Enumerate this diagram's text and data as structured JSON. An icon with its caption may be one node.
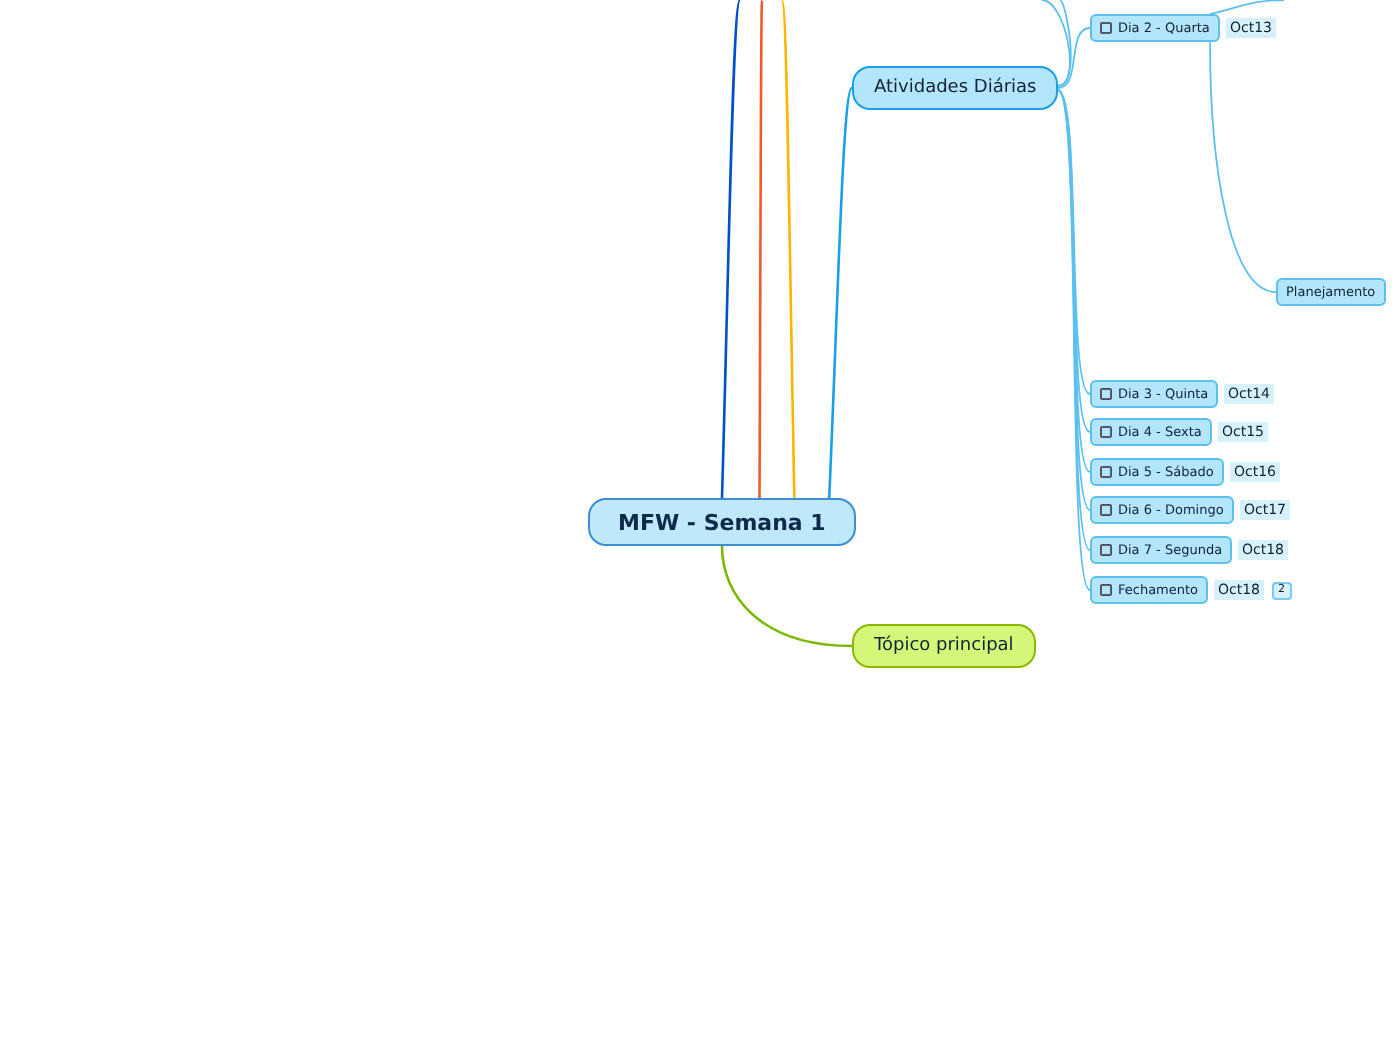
{
  "diagram": {
    "nodes": [
      {
        "text": [
          "MFW - Semana 1"
        ]
      },
      {
        "text": [
          "Atividades Diárias"
        ]
      },
      {
        "text": [
          "Dia 2 - Quarta"
        ],
        "beside": [
          "Oct13"
        ]
      },
      {
        "text": [
          "Planejamento"
        ]
      },
      {
        "text": [
          "Dia 3 - Quinta"
        ],
        "beside": [
          "Oct14"
        ]
      },
      {
        "text": [
          "Dia 4 - Sexta"
        ],
        "beside": [
          "Oct15"
        ]
      },
      {
        "text": [
          "Dia 5 - Sábado"
        ],
        "beside": [
          "Oct16"
        ]
      },
      {
        "text": [
          "Dia 6 - Domingo"
        ],
        "beside": [
          "Oct17"
        ]
      },
      {
        "text": [
          "Dia 7 - Segunda"
        ],
        "beside": [
          "Oct18"
        ]
      },
      {
        "text": [
          "Fechamento"
        ],
        "beside": [
          "Oct18",
          "2"
        ]
      },
      {
        "text": [
          "Tópico principal"
        ]
      }
    ],
    "edges": [
      {
        "from": 0,
        "to": null,
        "arrow": "none",
        "color": "#0050c8"
      },
      {
        "from": 0,
        "to": null,
        "arrow": "none",
        "color": "#f05a28"
      },
      {
        "from": 0,
        "to": null,
        "arrow": "none",
        "color": "#ffb400"
      },
      {
        "from": 0,
        "to": 1,
        "arrow": "none",
        "color": "#1aa0e8"
      },
      {
        "from": 1,
        "to": null,
        "arrow": "none"
      },
      {
        "from": 1,
        "to": null,
        "arrow": "none"
      },
      {
        "from": 1,
        "to": 2,
        "arrow": "none"
      },
      {
        "from": 2,
        "to": null,
        "arrow": "none"
      },
      {
        "from": 2,
        "to": 3,
        "arrow": "none"
      },
      {
        "from": 1,
        "to": 4,
        "arrow": "none"
      },
      {
        "from": 1,
        "to": 5,
        "arrow": "none"
      },
      {
        "from": 1,
        "to": 6,
        "arrow": "none"
      },
      {
        "from": 1,
        "to": 7,
        "arrow": "none"
      },
      {
        "from": 1,
        "to": 8,
        "arrow": "none"
      },
      {
        "from": 1,
        "to": 9,
        "arrow": "none"
      },
      {
        "from": 0,
        "to": 10,
        "arrow": "none",
        "color": "#7cb800"
      }
    ]
  }
}
